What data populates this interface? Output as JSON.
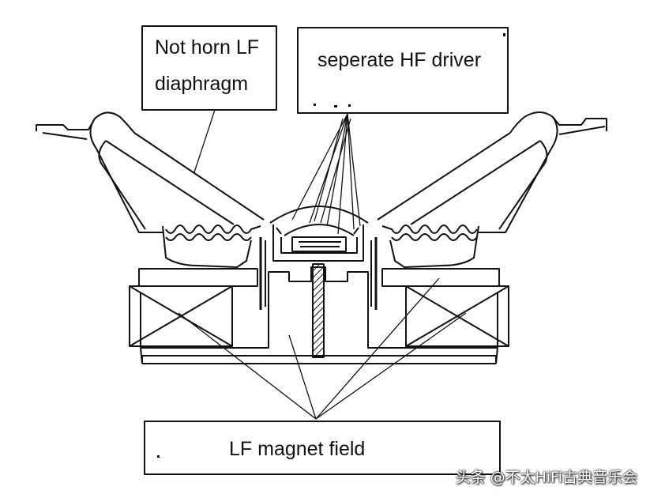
{
  "labels": {
    "lf_diaphragm": "Not horn LF diaphragm",
    "hf_driver": "seperate HF driver",
    "magnet_field": "LF magnet field"
  },
  "watermark": "头条 @不太HiFi古典音乐会",
  "colors": {
    "line": "#111111",
    "background": "#ffffff"
  }
}
